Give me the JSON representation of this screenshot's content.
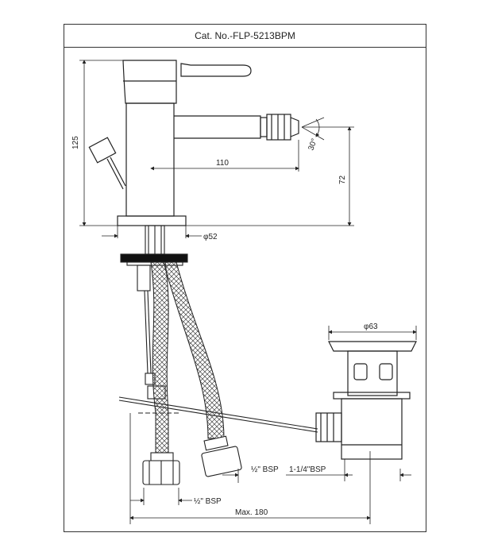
{
  "title": "Cat. No.-FLP-5213BPM",
  "dimensions": {
    "height_125": "125",
    "spout_110": "110",
    "height_72": "72",
    "angle_30": "30",
    "angle_deg": "°",
    "diameter_52": "φ52",
    "diameter_63": "φ63",
    "bsp_half_a": "½\" BSP",
    "bsp_half_b": "½\" BSP",
    "bsp_waste": "1-1/4\"BSP",
    "max_180": "Max. 180"
  }
}
